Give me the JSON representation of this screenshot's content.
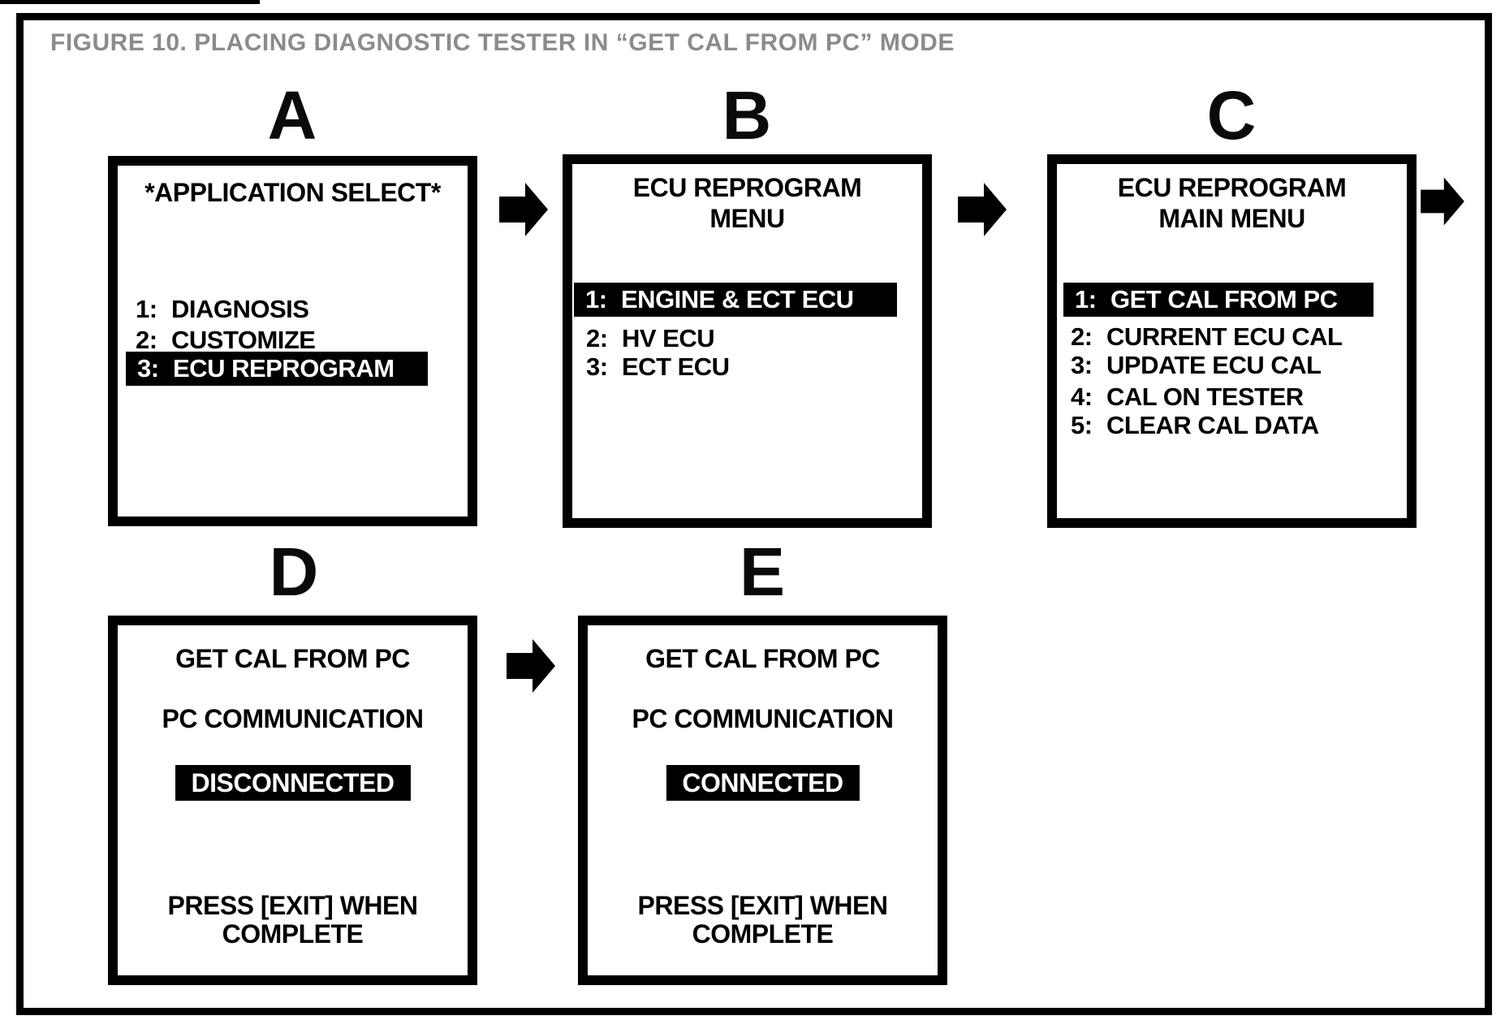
{
  "figure": {
    "title": "FIGURE 10.  PLACING DIAGNOSTIC TESTER IN “GET CAL FROM PC” MODE"
  },
  "colors": {
    "ink": "#000000",
    "title_gray": "#8b8b8b",
    "paper": "#ffffff",
    "highlight_bg": "#000000",
    "highlight_text": "#ffffff"
  },
  "icons": {
    "flow_arrow": "right-block-arrow"
  },
  "screens": [
    {
      "label": "A",
      "title_lines": [
        "*APPLICATION SELECT*"
      ],
      "items": [
        {
          "num": "1:",
          "text": "DIAGNOSIS",
          "highlighted": false
        },
        {
          "num": "2:",
          "text": "CUSTOMIZE",
          "highlighted": false
        },
        {
          "num": "3:",
          "text": "ECU REPROGRAM",
          "highlighted": true
        }
      ]
    },
    {
      "label": "B",
      "title_lines": [
        "ECU REPROGRAM",
        "MENU"
      ],
      "items": [
        {
          "num": "1:",
          "text": "ENGINE & ECT ECU",
          "highlighted": true
        },
        {
          "num": "2:",
          "text": "HV ECU",
          "highlighted": false
        },
        {
          "num": "3:",
          "text": "ECT ECU",
          "highlighted": false
        }
      ]
    },
    {
      "label": "C",
      "title_lines": [
        "ECU REPROGRAM",
        "MAIN MENU"
      ],
      "items": [
        {
          "num": "1:",
          "text": "GET CAL FROM PC",
          "highlighted": true
        },
        {
          "num": "2:",
          "text": "CURRENT ECU CAL",
          "highlighted": false
        },
        {
          "num": "3:",
          "text": "UPDATE ECU CAL",
          "highlighted": false
        },
        {
          "num": "4:",
          "text": "CAL ON TESTER",
          "highlighted": false
        },
        {
          "num": "5:",
          "text": "CLEAR CAL DATA",
          "highlighted": false
        }
      ]
    },
    {
      "label": "D",
      "lines": [
        "GET CAL FROM PC",
        "PC COMMUNICATION"
      ],
      "status": "DISCONNECTED",
      "footer_lines": [
        "PRESS [EXIT] WHEN",
        "COMPLETE"
      ]
    },
    {
      "label": "E",
      "lines": [
        "GET CAL FROM PC",
        "PC COMMUNICATION"
      ],
      "status": "CONNECTED",
      "footer_lines": [
        "PRESS [EXIT] WHEN",
        "COMPLETE"
      ]
    }
  ]
}
